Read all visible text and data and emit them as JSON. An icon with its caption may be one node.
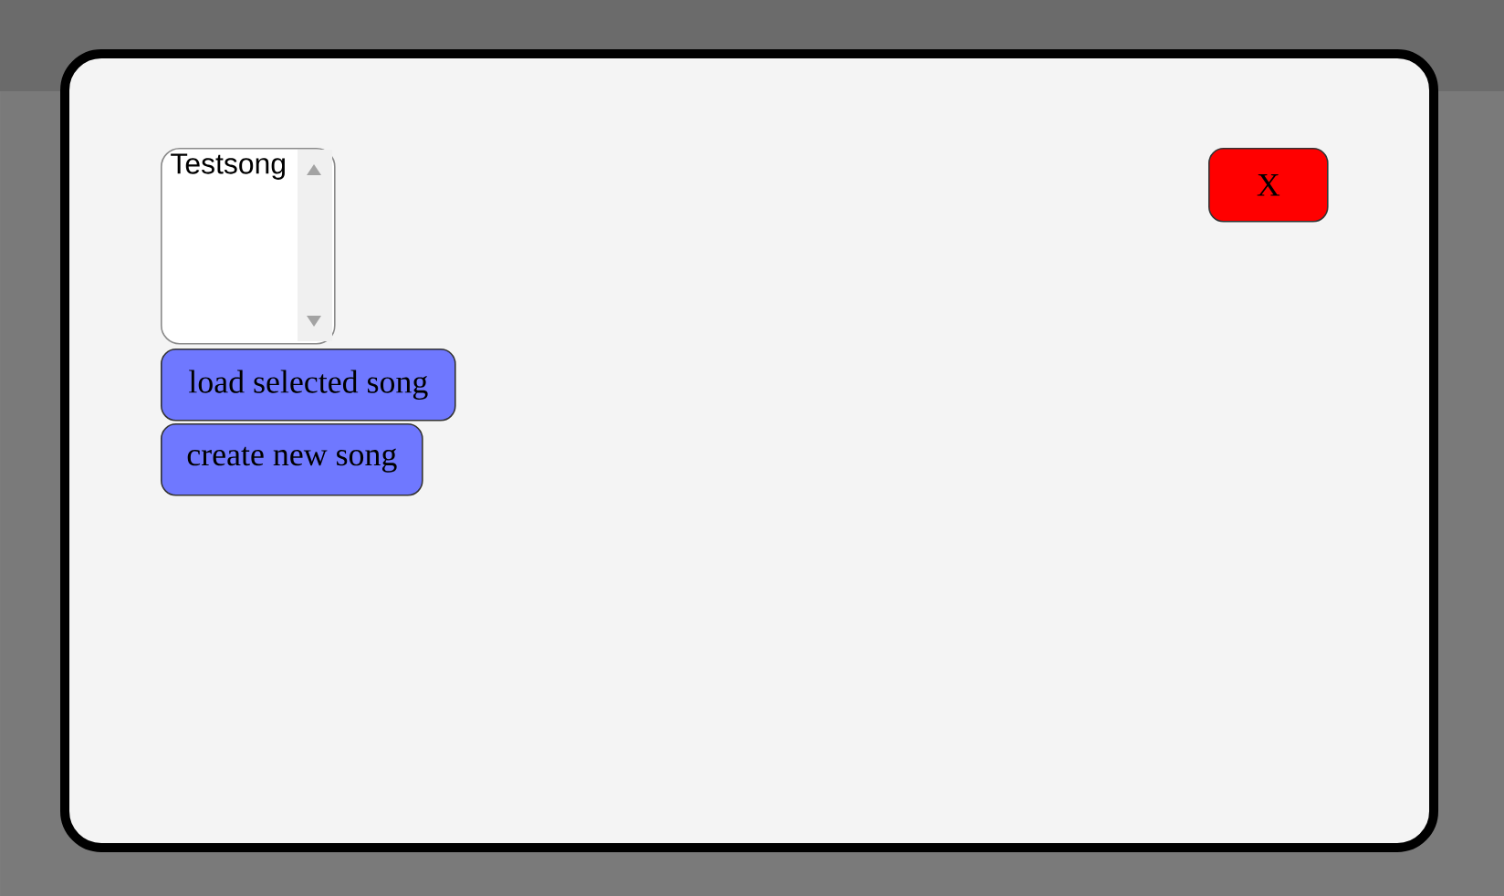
{
  "diagram": {
    "nodes": [
      {
        "text": [],
        "shape": "box"
      },
      {
        "text": [
          "Testsong"
        ],
        "in": 0
      },
      {
        "text": [
          "load selected song"
        ],
        "in": 0
      },
      {
        "text": [
          "create new song"
        ],
        "in": 0
      },
      {
        "text": [
          "X"
        ],
        "in": 0
      }
    ]
  }
}
